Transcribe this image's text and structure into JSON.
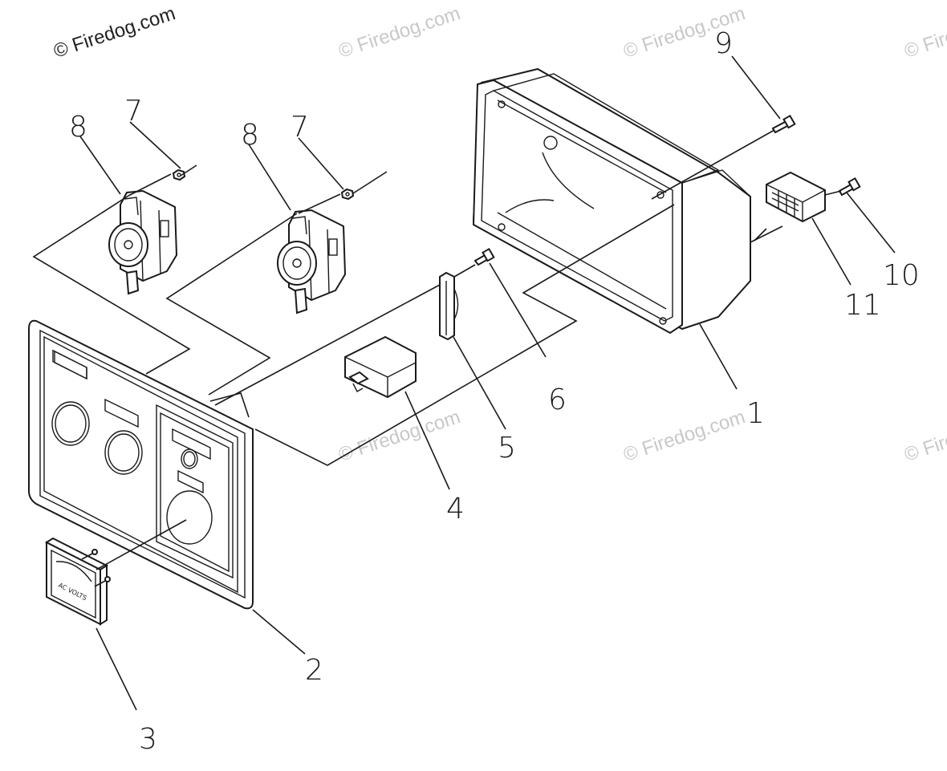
{
  "watermarks": {
    "main": "© Firedog.com",
    "faint": "© Firedog.com"
  },
  "callouts": {
    "c1": "1",
    "c2": "2",
    "c3": "3",
    "c4": "4",
    "c5": "5",
    "c6": "6",
    "c7a": "7",
    "c7b": "7",
    "c8a": "8",
    "c8b": "8",
    "c9": "9",
    "c10": "10",
    "c11": "11"
  },
  "meter": {
    "scale_text": "AC VOLTS"
  },
  "colors": {
    "line": "#1a1a1a",
    "watermark": "#c8c8c8",
    "background": "#ffffff"
  }
}
